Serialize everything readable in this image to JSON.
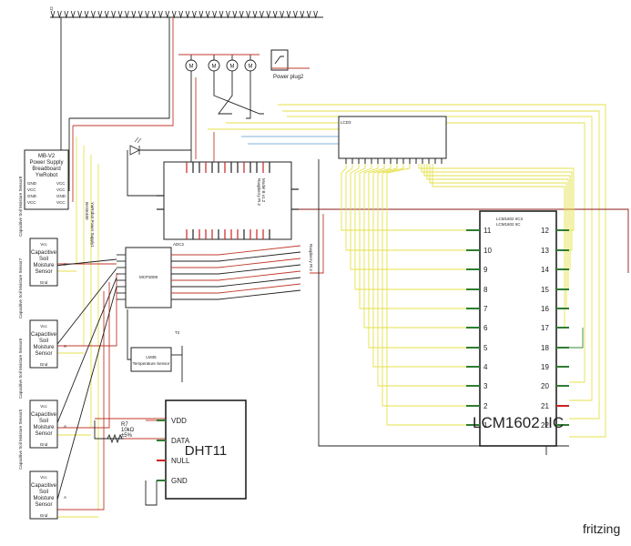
{
  "labels": {
    "power_supply": [
      "MB-V2",
      "Power Supply",
      "Breadboard",
      "YwRobot"
    ],
    "supply_pins_left": [
      "GND",
      "VCC",
      "GND",
      "VCC"
    ],
    "supply_pins_right": [
      "VCC",
      "VCC",
      "GND",
      "VCC"
    ],
    "power_plug": "Power plug2",
    "motor_label": "M",
    "lcd_top": "LCD3",
    "rpi": "Raspberry Pi 3",
    "rpi_model": "Model B v1.2",
    "mcp": "MCP3008",
    "adc": "ADC2",
    "lm35": "LM35",
    "lm35_sub": "Temperature Sensor",
    "t2": "T2",
    "resistor": [
      "R7",
      "10kΩ",
      "±5%"
    ],
    "sensor_body": [
      "Capacitive",
      "Soil",
      "Moisture",
      "Sensor"
    ],
    "sensor_vcc": "Vcc",
    "sensor_a": "A",
    "sensor_gnd": "Gnd",
    "sensor_side": [
      "Capacitive Soil Moisture Sensor8",
      "Capacitive Soil Moisture Sensor7",
      "Capacitive Soil Moisture Sensor6",
      "Capacitive Soil Moisture Sensor5"
    ],
    "supply_side": [
      "YwRobot Power Supply1",
      "BASE400"
    ],
    "dht_pins": [
      "VDD",
      "DATA",
      "NULL",
      "GND"
    ],
    "dht_name": "DHT11",
    "lcd_title": [
      "LCM1602 IIC3",
      "LCM1602 IIC"
    ],
    "lcd_left": [
      "11",
      "10",
      "9",
      "8",
      "7",
      "6",
      "5",
      "4",
      "3",
      "2",
      "1"
    ],
    "lcd_right": [
      "12",
      "13",
      "14",
      "15",
      "16",
      "17",
      "18",
      "19",
      "20",
      "21",
      "22"
    ],
    "lcd_bottom": "LCM1602 IIC",
    "fritzing": "fritzing"
  },
  "colors": {
    "wire_dark": "#222222",
    "wire_red": "#c0392b",
    "wire_yellow": "#e5e14a",
    "wire_blue": "#7fb2d8",
    "wire_green": "#3a8a3a",
    "wire_darkred": "#8b1a1a",
    "pin_red": "#cc2222",
    "pin_green": "#2e7d32"
  }
}
